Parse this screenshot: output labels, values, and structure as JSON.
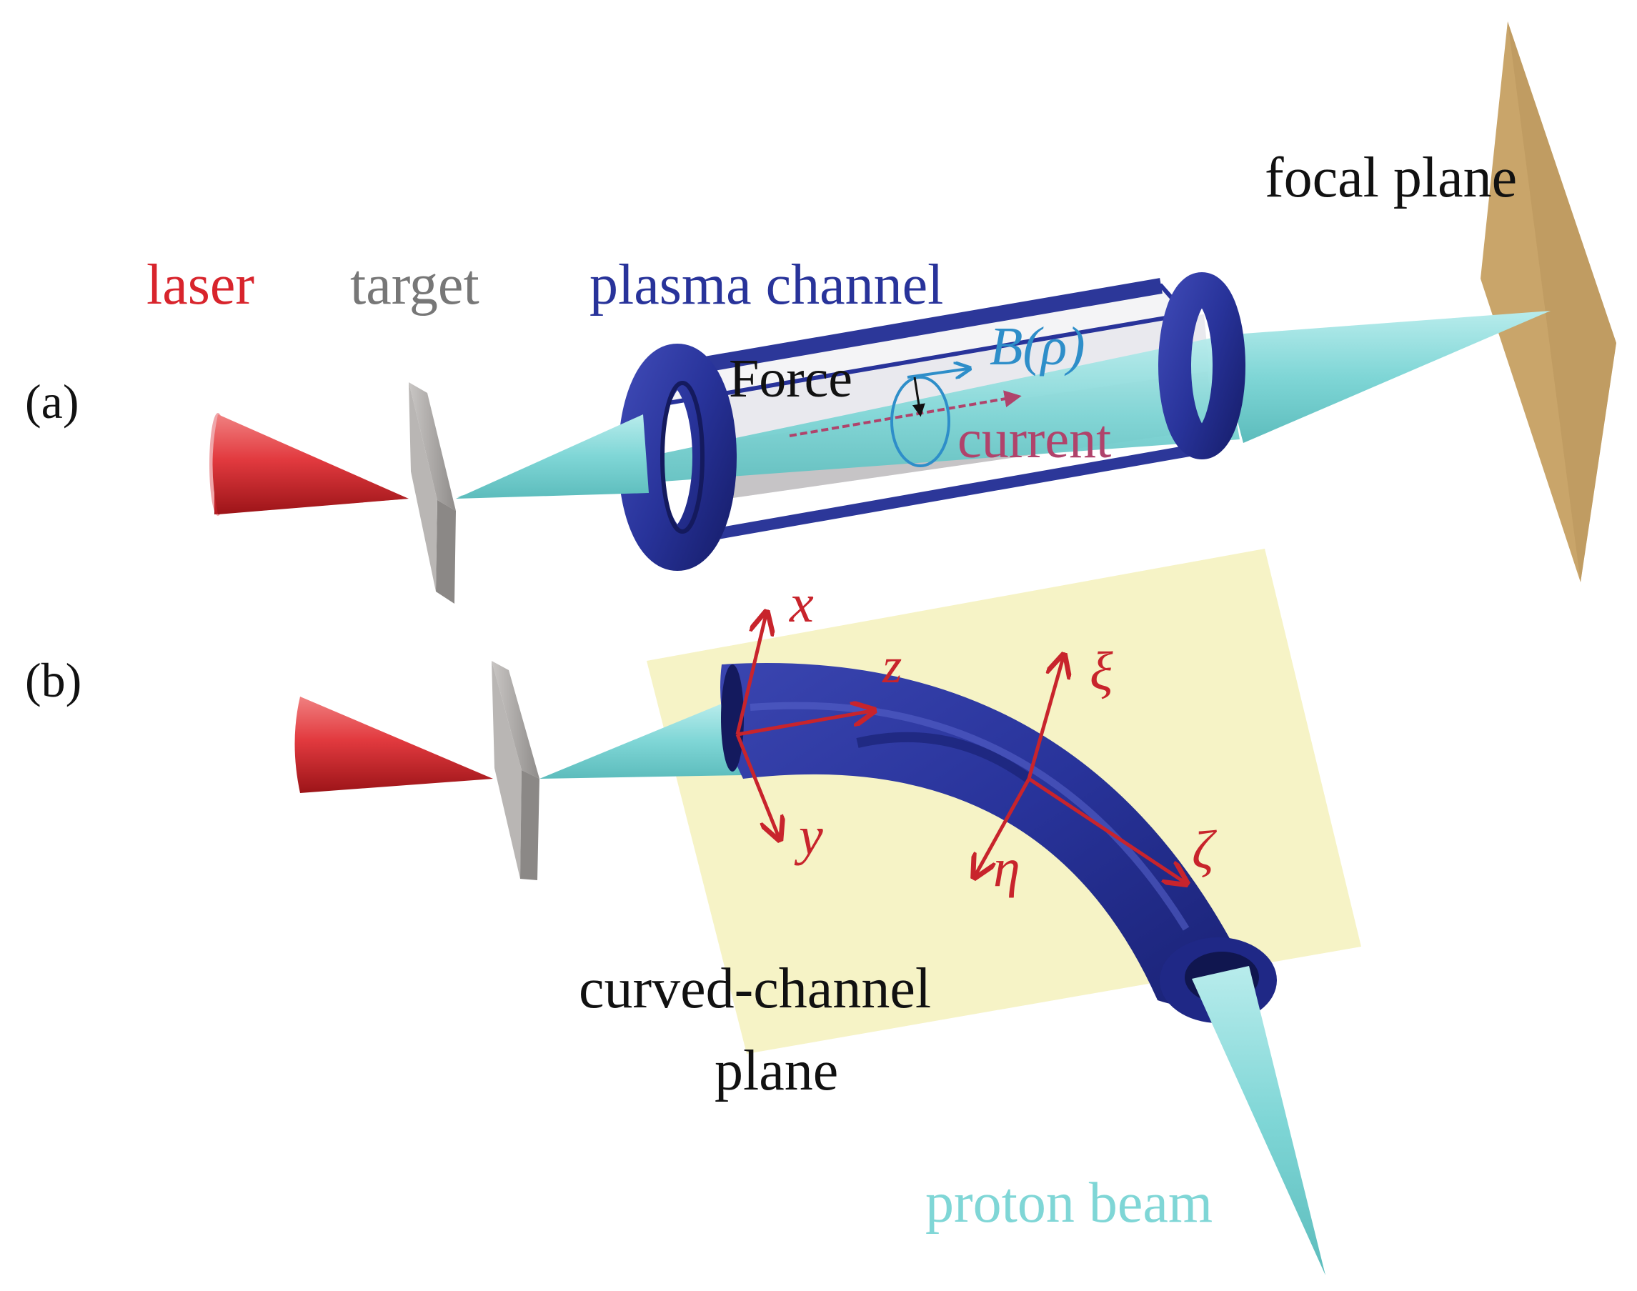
{
  "panel_a": {
    "tag": "(a)",
    "labels": {
      "laser": "laser",
      "target": "target",
      "plasma_channel": "plasma channel",
      "focal_plane": "focal plane",
      "force": "Force",
      "b_field": "B(ρ)",
      "current": "current"
    }
  },
  "panel_b": {
    "tag": "(b)",
    "labels": {
      "x": "x",
      "y": "y",
      "z": "z",
      "xi": "ξ",
      "eta": "η",
      "zeta": "ζ",
      "plane_line1": "curved-channel",
      "plane_line2": "plane",
      "proton_beam": "proton beam"
    }
  },
  "colors": {
    "laser": "#d8242c",
    "target": "#a9a6a4",
    "proton_beam": "#7fd6d6",
    "channel": "#28339a",
    "channel_dark": "#1a2275",
    "focal_plane": "#c9a56a",
    "curved_plane": "#f6f3c6",
    "axes": "#c8242c",
    "b_field": "#2e8ec9",
    "current": "#b0436b",
    "text": "#111111",
    "target_text": "#777777"
  }
}
